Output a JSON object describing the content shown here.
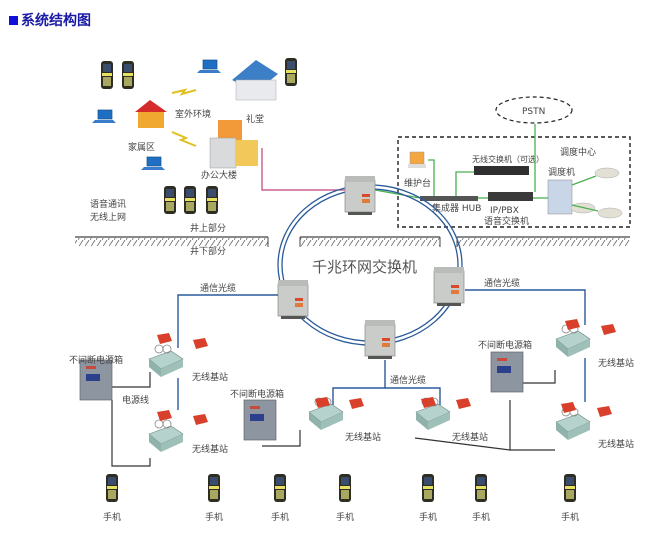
{
  "title": "系统结构图",
  "colors": {
    "title": "#1a1aa6",
    "fiber": "#2a5a9a",
    "power": "#333333",
    "green_link": "#4caf50",
    "pink_link": "#c0407a",
    "base_station": "#a8c8c0",
    "antenna": "#d83a2a"
  },
  "above_ground": {
    "labels": {
      "outdoor": "室外环境",
      "hall": "礼堂",
      "residence": "家属区",
      "office": "办公大楼",
      "services_line1": "语音通讯",
      "services_line2": "无线上网"
    }
  },
  "ground": {
    "above": "井上部分",
    "below": "井下部分"
  },
  "dispatch_center": {
    "title": "调度中心",
    "pstn": "PSTN",
    "maintenance": "维护台",
    "wireless_switch": "无线交换机（可选）",
    "hub": "集成器 HUB",
    "pbx_line1": "IP/PBX",
    "pbx_line2": "语音交换机",
    "dispatcher": "调度机"
  },
  "ring": {
    "label": "千兆环网交换机"
  },
  "underground": {
    "fiber_label": "通信光缆",
    "ups_label": "不间断电源箱",
    "power_line_label": "电源线",
    "base_station_label": "无线基站",
    "phone_label": "手机"
  }
}
